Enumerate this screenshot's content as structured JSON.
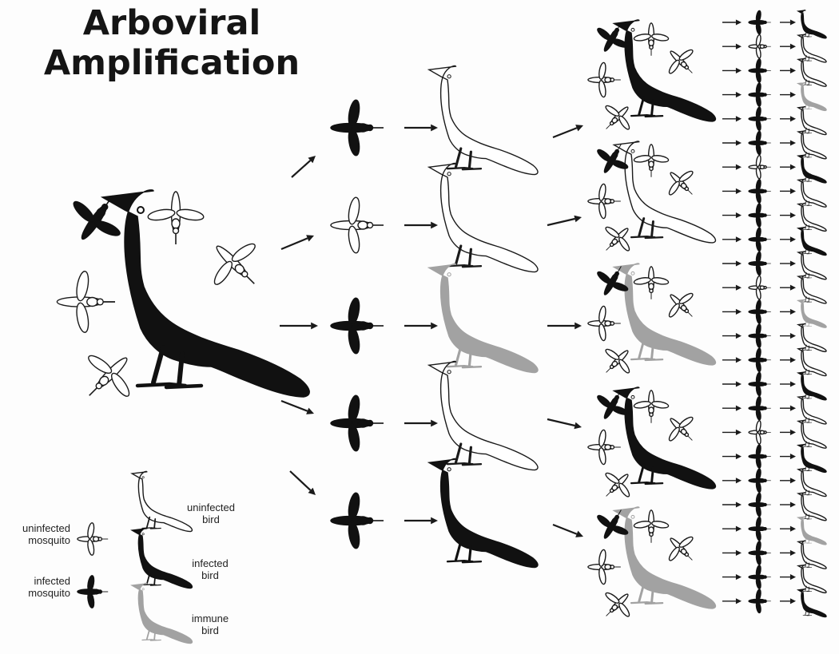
{
  "title": {
    "line1": "Arboviral",
    "line2": "Amplification"
  },
  "colors": {
    "infected": "#111111",
    "uninfected": "#ffffff",
    "immune": "#a2a2a2",
    "outline": "#1a1a1a",
    "arrow": "#1a1a1a"
  },
  "source": {
    "bird_state": "infected",
    "mosquitoes": [
      "infected",
      "uninfected",
      "uninfected",
      "uninfected",
      "uninfected"
    ]
  },
  "stage1": [
    {
      "mosquito": "infected",
      "bird": "uninfected"
    },
    {
      "mosquito": "uninfected",
      "bird": "uninfected"
    },
    {
      "mosquito": "infected",
      "bird": "immune"
    },
    {
      "mosquito": "infected",
      "bird": "uninfected"
    },
    {
      "mosquito": "infected",
      "bird": "infected"
    }
  ],
  "stage2": [
    {
      "bird": "infected",
      "mosquitoes": [
        "infected",
        "uninfected",
        "uninfected",
        "uninfected",
        "uninfected"
      ]
    },
    {
      "bird": "uninfected",
      "mosquitoes": [
        "infected",
        "uninfected",
        "uninfected",
        "uninfected",
        "uninfected"
      ]
    },
    {
      "bird": "immune",
      "mosquitoes": [
        "infected",
        "uninfected",
        "uninfected",
        "uninfected",
        "uninfected"
      ]
    },
    {
      "bird": "infected",
      "mosquitoes": [
        "infected",
        "uninfected",
        "uninfected",
        "uninfected",
        "uninfected"
      ]
    },
    {
      "bird": "immune",
      "mosquitoes": [
        "infected",
        "uninfected",
        "uninfected",
        "uninfected",
        "uninfected"
      ]
    }
  ],
  "stage3": [
    {
      "mosquito": "infected",
      "bird": "infected"
    },
    {
      "mosquito": "uninfected",
      "bird": "uninfected"
    },
    {
      "mosquito": "infected",
      "bird": "uninfected"
    },
    {
      "mosquito": "infected",
      "bird": "immune"
    },
    {
      "mosquito": "infected",
      "bird": "uninfected"
    },
    {
      "mosquito": "infected",
      "bird": "uninfected"
    },
    {
      "mosquito": "uninfected",
      "bird": "infected"
    },
    {
      "mosquito": "infected",
      "bird": "uninfected"
    },
    {
      "mosquito": "infected",
      "bird": "uninfected"
    },
    {
      "mosquito": "infected",
      "bird": "infected"
    },
    {
      "mosquito": "infected",
      "bird": "uninfected"
    },
    {
      "mosquito": "uninfected",
      "bird": "uninfected"
    },
    {
      "mosquito": "infected",
      "bird": "immune"
    },
    {
      "mosquito": "infected",
      "bird": "uninfected"
    },
    {
      "mosquito": "infected",
      "bird": "uninfected"
    },
    {
      "mosquito": "infected",
      "bird": "infected"
    },
    {
      "mosquito": "infected",
      "bird": "uninfected"
    },
    {
      "mosquito": "uninfected",
      "bird": "uninfected"
    },
    {
      "mosquito": "infected",
      "bird": "infected"
    },
    {
      "mosquito": "infected",
      "bird": "uninfected"
    },
    {
      "mosquito": "infected",
      "bird": "uninfected"
    },
    {
      "mosquito": "infected",
      "bird": "immune"
    },
    {
      "mosquito": "infected",
      "bird": "uninfected"
    },
    {
      "mosquito": "infected",
      "bird": "uninfected"
    },
    {
      "mosquito": "infected",
      "bird": "infected"
    }
  ],
  "legend": {
    "uninfected_mosquito": {
      "line1": "uninfected",
      "line2": "mosquito"
    },
    "infected_mosquito": {
      "line1": "infected",
      "line2": "mosquito"
    },
    "uninfected_bird": {
      "line1": "uninfected",
      "line2": "bird"
    },
    "infected_bird": {
      "line1": "infected",
      "line2": "bird"
    },
    "immune_bird": {
      "line1": "immune",
      "line2": "bird"
    }
  }
}
